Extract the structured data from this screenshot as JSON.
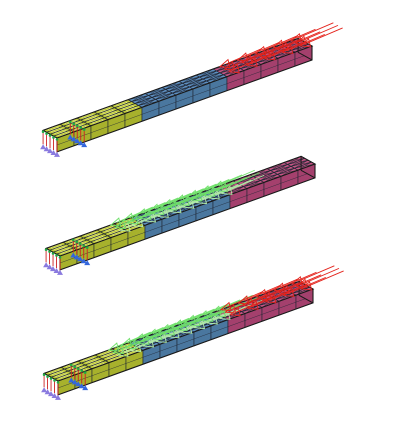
{
  "colors": {
    "yellow_face": "#c2cc3a",
    "yellow_side": "#a7b12c",
    "blue_face": "#5e8fc0",
    "blue_side": "#4a779f",
    "magenta_face": "#c55585",
    "magenta_side": "#a4406d",
    "mesh_line": "#1f2633",
    "outline": "#1a1a1a",
    "arrow_red": "#e4231c",
    "arrow_green": "#6fe06a",
    "arrow_lightgreen": "#b4eca8",
    "support_blue": "#3366dd",
    "support_red": "#cc2222",
    "support_green": "#22aa44",
    "support_violet": "#8a7adf"
  },
  "models": [
    {
      "id": "beam-top",
      "load_sets": [
        "red"
      ]
    },
    {
      "id": "beam-middle",
      "load_sets": [
        "green"
      ]
    },
    {
      "id": "beam-bottom",
      "load_sets": [
        "green",
        "red"
      ]
    }
  ]
}
